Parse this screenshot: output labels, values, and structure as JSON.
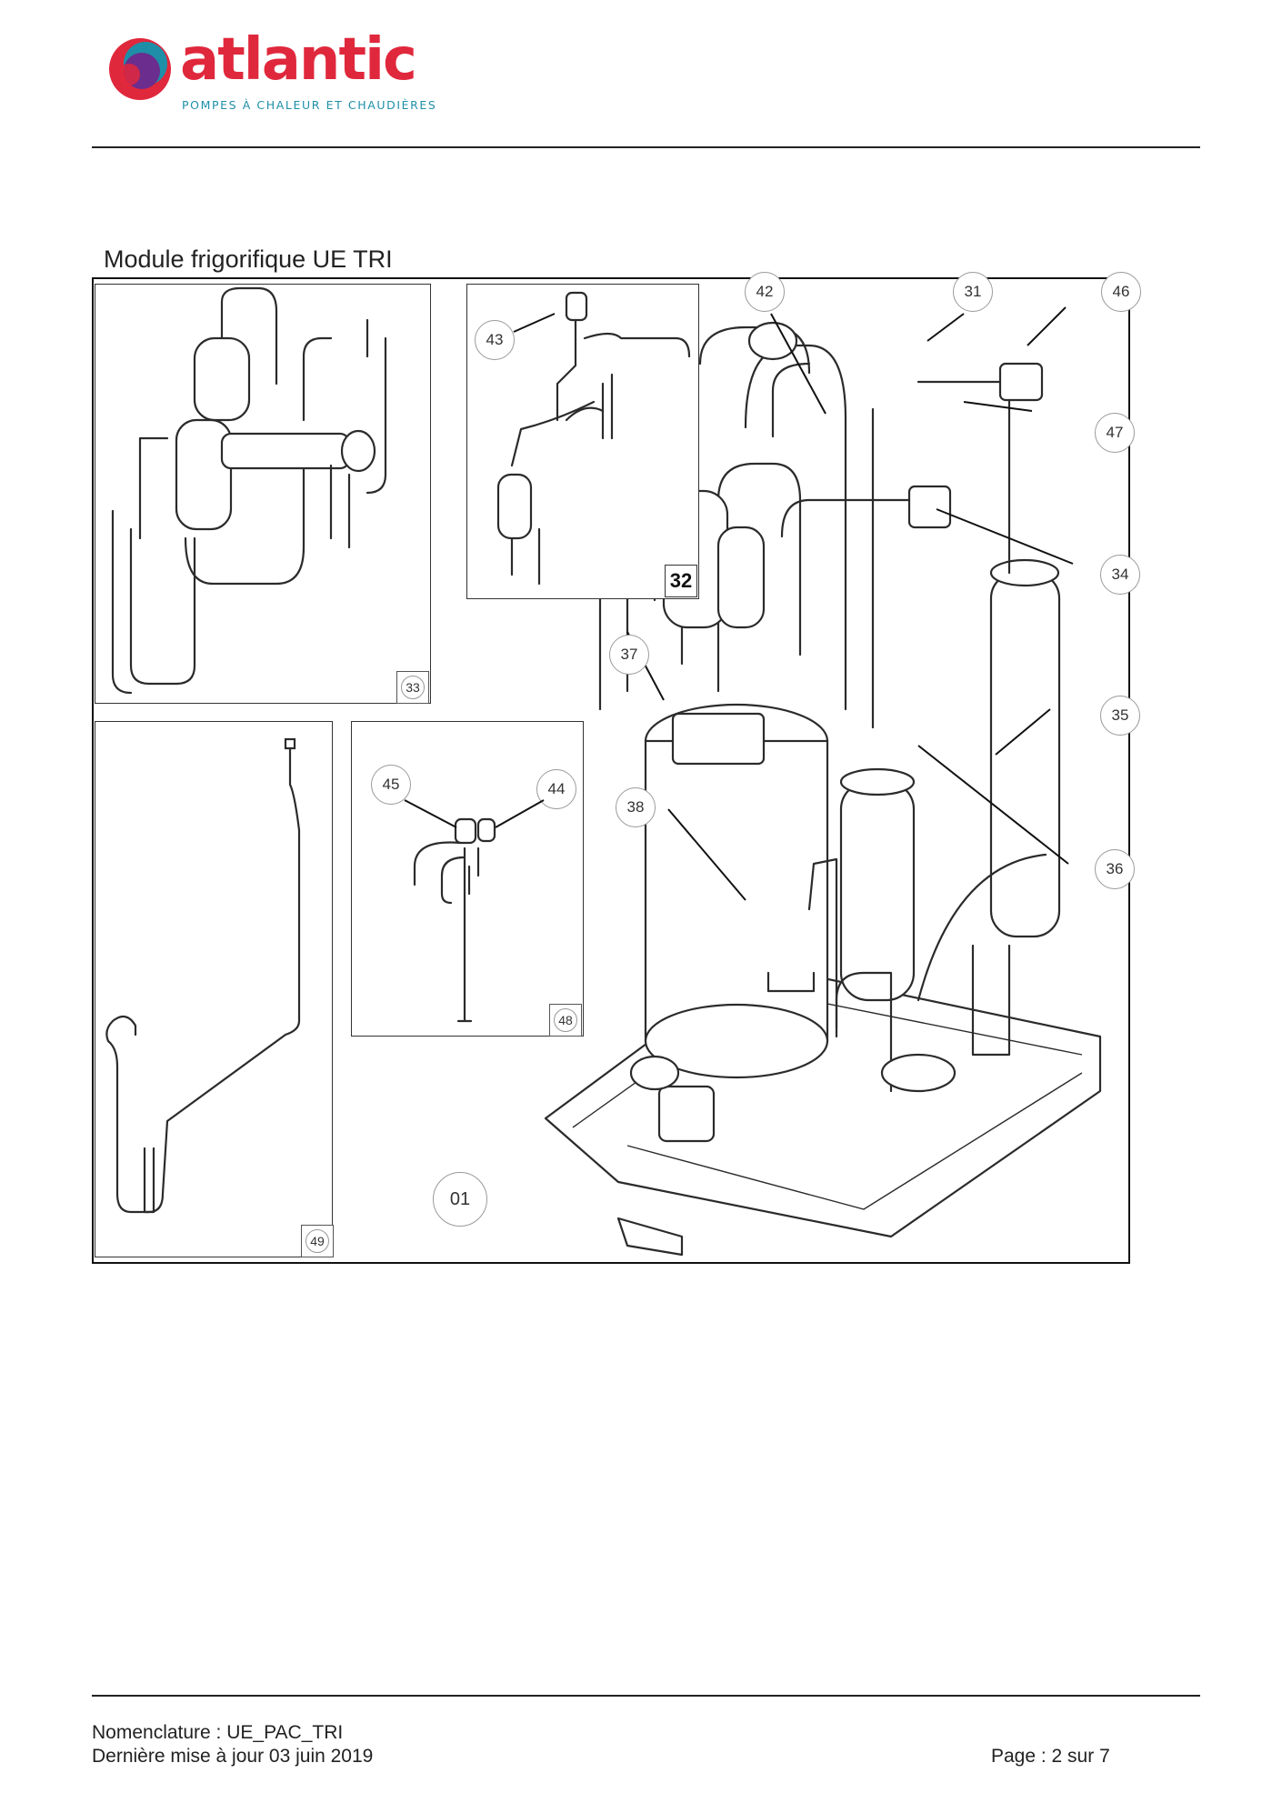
{
  "header": {
    "brand": "atlantic",
    "tagline": "POMPES À CHALEUR ET CHAUDIÈRES",
    "brand_colors": {
      "red": "#e0283c",
      "purple": "#6b2d8e",
      "blue": "#1f8fa8"
    }
  },
  "section_title": "Module frigorifique UE  TRI",
  "diagram": {
    "callouts": [
      "42",
      "31",
      "46",
      "47",
      "34",
      "37",
      "35",
      "38",
      "36",
      "43",
      "45",
      "44",
      "01"
    ],
    "panel_labels": [
      "33",
      "32",
      "48",
      "49"
    ]
  },
  "footer": {
    "nomenclature": "Nomenclature : UE_PAC_TRI",
    "updated": "Dernière mise à jour 03 juin 2019",
    "page": "Page : 2 sur 7"
  }
}
